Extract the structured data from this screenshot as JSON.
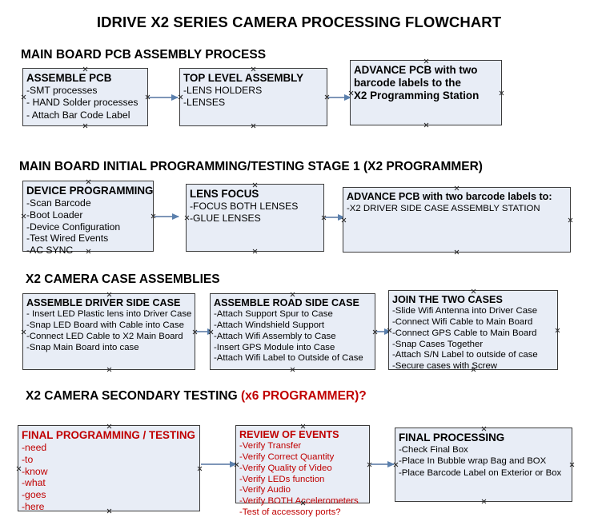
{
  "title": "IDRIVE X2  SERIES CAMERA PROCESSING FLOWCHART",
  "sections": [
    {
      "header": "MAIN BOARD PCB ASSEMBLY PROCESS",
      "header_accent": "",
      "boxes": [
        {
          "heading": "ASSEMBLE PCB",
          "lines": [
            "-SMT processes",
            "- HAND Solder processes",
            "- Attach Bar Code Label"
          ]
        },
        {
          "heading": "TOP LEVEL ASSEMBLY",
          "lines": [
            "-LENS HOLDERS",
            "-LENSES"
          ]
        },
        {
          "heading": "ADVANCE PCB with two",
          "lines": [
            "barcode labels to the",
            " X2 Programming Station"
          ]
        }
      ]
    },
    {
      "header": "MAIN BOARD INITIAL PROGRAMMING/TESTING STAGE 1 (X2 PROGRAMMER)",
      "header_accent": "",
      "boxes": [
        {
          "heading": "DEVICE PROGRAMMING",
          "lines": [
            "-Scan Barcode",
            "-Boot Loader",
            "-Device Configuration",
            "-Test Wired Events",
            "-AC SYNC"
          ]
        },
        {
          "heading": "LENS FOCUS",
          "lines": [
            "-FOCUS BOTH LENSES",
            "-GLUE LENSES"
          ]
        },
        {
          "heading": "ADVANCE PCB with two barcode labels to:",
          "lines": [
            "-X2 DRIVER  SIDE  CASE  ASSEMBLY STATION"
          ]
        }
      ]
    },
    {
      "header": "X2 CAMERA CASE ASSEMBLIES",
      "header_accent": "",
      "boxes": [
        {
          "heading": "ASSEMBLE DRIVER SIDE CASE",
          "lines": [
            "- Insert LED Plastic lens into Driver Case",
            "-Snap LED Board with Cable into Case",
            "-Connect LED Cable to X2 Main Board",
            "-Snap Main Board into case"
          ]
        },
        {
          "heading": "ASSEMBLE ROAD SIDE CASE",
          "lines": [
            "-Attach Support Spur to Case",
            "-Attach Windshield Support",
            "-Attach Wifi Assembly to Case",
            "-Insert GPS Module into Case",
            "-Attach Wifi Label to Outside of Case"
          ]
        },
        {
          "heading": "JOIN THE TWO CASES",
          "lines": [
            "-Slide Wifi Antenna into Driver Case",
            "-Connect Wifi Cable to Main Board",
            "-Connect GPS Cable to Main Board",
            "-Snap Cases Together",
            "-Attach S/N Label to outside of case",
            "-Secure cases with Screw"
          ]
        }
      ]
    },
    {
      "header": "X2 CAMERA SECONDARY TESTING ",
      "header_accent": "(x6 PROGRAMMER)?",
      "boxes": [
        {
          "heading": "FINAL PROGRAMMING / TESTING",
          "lines": [
            "-need",
            "-to",
            "-know",
            "-what",
            "-goes",
            "-here"
          ]
        },
        {
          "heading": "REVIEW OF EVENTS",
          "lines": [
            "-Verify Transfer",
            "-Verify Correct Quantity",
            "-Verify Quality of Video",
            "-Verify LEDs function",
            "-Verify Audio",
            "-Verify BOTH Accelerometers",
            "-Test of accessory ports?"
          ]
        },
        {
          "heading": "FINAL PROCESSING",
          "lines": [
            " -Check Final Box",
            "-Place In Bubble wrap Bag and BOX",
            "-Place Barcode Label on Exterior or Box"
          ]
        }
      ]
    }
  ],
  "colors": {
    "box_fill": "#e8edf6",
    "box_border": "#3b3b3b",
    "connector": "#7e96b8",
    "accent_red": "#c00000",
    "text": "#000000"
  }
}
